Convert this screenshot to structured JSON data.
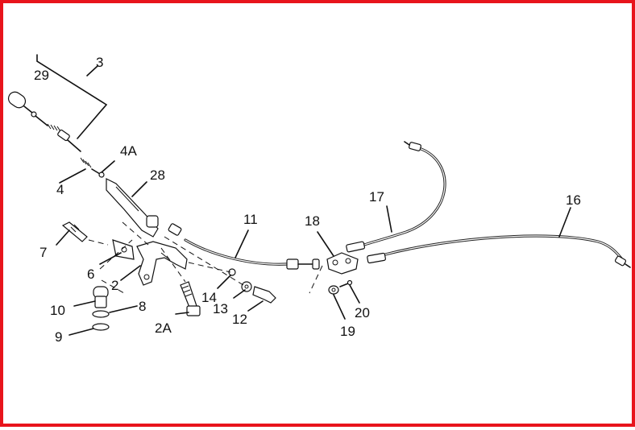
{
  "diagram": {
    "frame_color": "#e8141c",
    "callouts": {
      "c3": "3",
      "c29": "29",
      "c4A": "4A",
      "c4": "4",
      "c28": "28",
      "c7": "7",
      "c6": "6",
      "c2": "2",
      "c10": "10",
      "c8": "8",
      "c9": "9",
      "c2A": "2A",
      "c14": "14",
      "c13": "13",
      "c12": "12",
      "c11": "11",
      "c18": "18",
      "c17": "17",
      "c16": "16",
      "c19": "19",
      "c20": "20"
    }
  }
}
